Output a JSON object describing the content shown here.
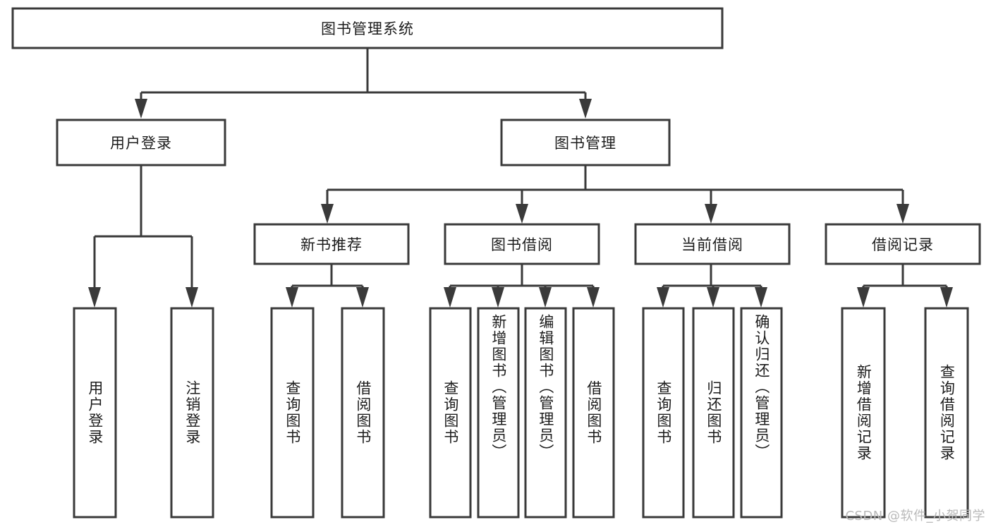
{
  "diagram": {
    "type": "tree-hierarchy",
    "title": "图书管理系统",
    "orientation": "top-down",
    "colors": {
      "box_stroke": "#3a3a3a",
      "box_fill": "#ffffff",
      "text": "#1c1c1c",
      "background": "#ffffff",
      "watermark": "#b9b9b9"
    },
    "root": {
      "id": "root",
      "label": "图书管理系统",
      "level": 0
    },
    "level1": [
      {
        "id": "user-login",
        "label": "用户登录",
        "level": 1
      },
      {
        "id": "book-manage",
        "label": "图书管理",
        "level": 1
      }
    ],
    "level2": [
      {
        "id": "new-book-recommend",
        "label": "新书推荐",
        "parent": "book-manage",
        "level": 2
      },
      {
        "id": "book-borrow",
        "label": "图书借阅",
        "parent": "book-manage",
        "level": 2
      },
      {
        "id": "current-borrow",
        "label": "当前借阅",
        "parent": "book-manage",
        "level": 2
      },
      {
        "id": "borrow-record",
        "label": "借阅记录",
        "parent": "book-manage",
        "level": 2
      }
    ],
    "leaves": [
      {
        "id": "leaf-user-login",
        "label": "用户登录",
        "parent": "user-login"
      },
      {
        "id": "leaf-user-logout",
        "label": "注销登录",
        "parent": "user-login"
      },
      {
        "id": "leaf-query-book-1",
        "label": "查询图书",
        "parent": "new-book-recommend"
      },
      {
        "id": "leaf-borrow-book-1",
        "label": "借阅图书",
        "parent": "new-book-recommend"
      },
      {
        "id": "leaf-query-book-2",
        "label": "查询图书",
        "parent": "book-borrow"
      },
      {
        "id": "leaf-add-book",
        "label": "新增图书（管理员）",
        "parent": "book-borrow"
      },
      {
        "id": "leaf-edit-book",
        "label": "编辑图书（管理员）",
        "parent": "book-borrow"
      },
      {
        "id": "leaf-borrow-book-2",
        "label": "借阅图书",
        "parent": "book-borrow"
      },
      {
        "id": "leaf-query-book-3",
        "label": "查询图书",
        "parent": "current-borrow"
      },
      {
        "id": "leaf-return-book",
        "label": "归还图书",
        "parent": "current-borrow"
      },
      {
        "id": "leaf-confirm-return",
        "label": "确认归还（管理员）",
        "parent": "current-borrow"
      },
      {
        "id": "leaf-add-record",
        "label": "新增借阅记录",
        "parent": "borrow-record"
      },
      {
        "id": "leaf-query-record",
        "label": "查询借阅记录",
        "parent": "borrow-record"
      }
    ]
  },
  "watermark": {
    "text": "CSDN @软件_小贺同学"
  }
}
